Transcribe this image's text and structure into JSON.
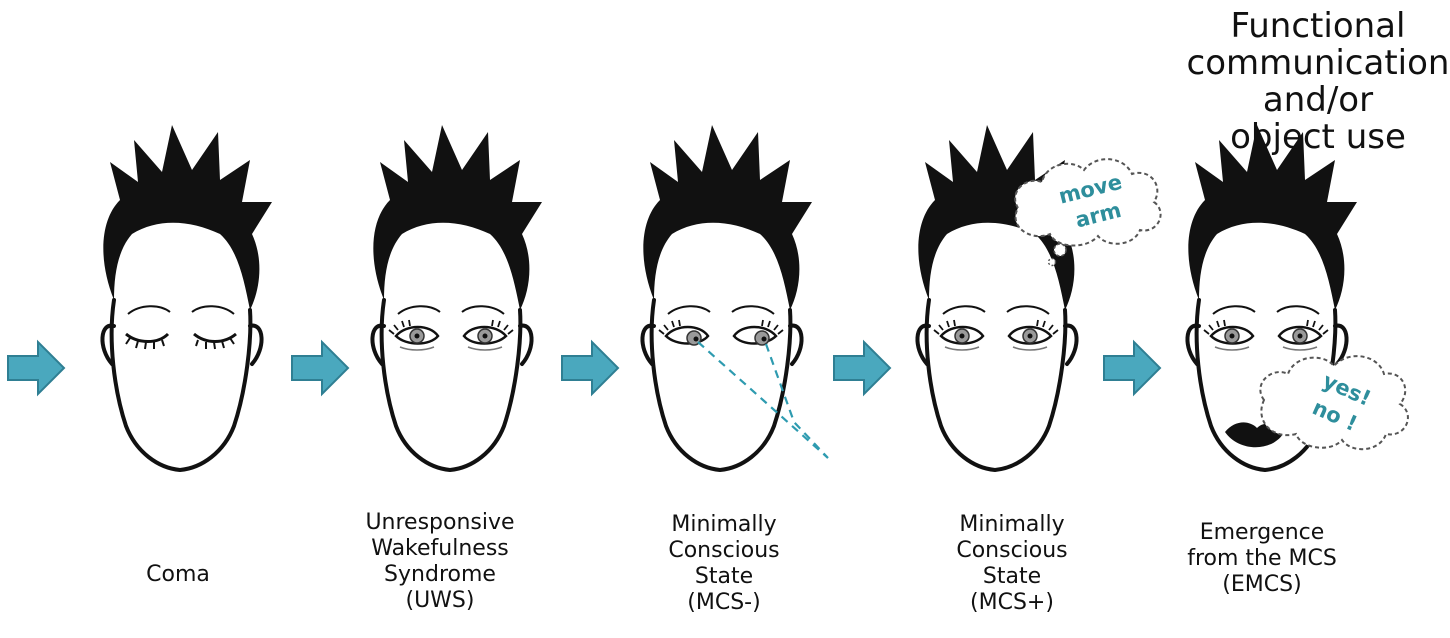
{
  "headline": "Functional\ncommunication\nand/or\nobject use",
  "stages": [
    {
      "label": "Coma",
      "eyes": "closed"
    },
    {
      "label": "Unresponsive\nWakefulness\nSyndrome\n(UWS)",
      "eyes": "open"
    },
    {
      "label": "Minimally\nConscious\nState\n(MCS-)",
      "eyes": "tracking"
    },
    {
      "label": "Minimally\nConscious\nState\n(MCS+)",
      "eyes": "open"
    },
    {
      "label": "Emergence\nfrom the MCS\n(EMCS)",
      "eyes": "open"
    }
  ],
  "thought_bubble": {
    "line1": "move",
    "line2": "arm"
  },
  "speech_bubble": {
    "line1": "yes!",
    "line2": "no !"
  },
  "colors": {
    "arrow_fill": "#4aa8be",
    "arrow_stroke": "#2f7f93",
    "bubble_text": "#2e8e9c",
    "gaze_line": "#2e9bb0",
    "ink": "#111111"
  }
}
